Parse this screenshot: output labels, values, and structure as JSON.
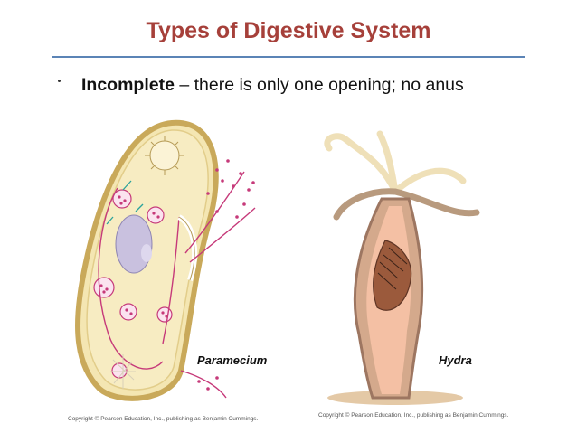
{
  "slide": {
    "title": "Types of Digestive System",
    "bullet_term": "Incomplete",
    "bullet_rest": " – there is only one opening; no anus"
  },
  "figure": {
    "paramecium_label": "Paramecium",
    "hydra_label": "Hydra",
    "copyright_left": "Copyright © Pearson Education, Inc., publishing as Benjamin Cummings.",
    "copyright_right": "Copyright © Pearson Education, Inc., publishing as Benjamin Cummings."
  }
}
